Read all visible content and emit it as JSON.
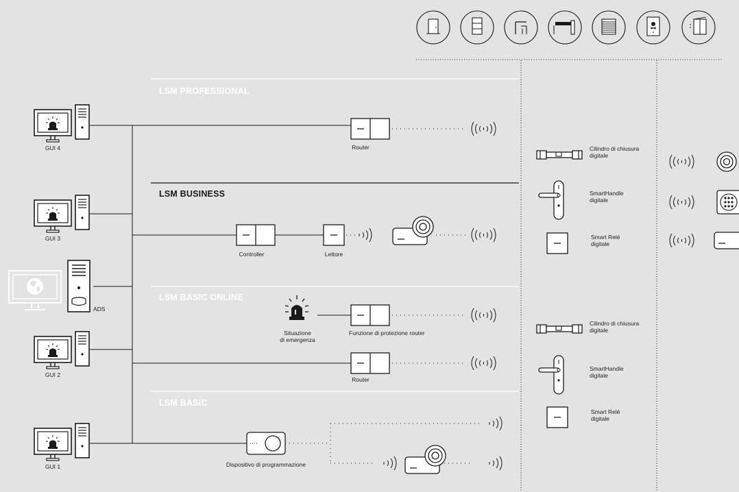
{
  "sections": {
    "professional": "LSM PROFESSIONAL",
    "business": "LSM BUSINESS",
    "basic_online": "LSM BASIC ONLINE",
    "basic": "LSM BASIC"
  },
  "workstations": {
    "gui4": "GUI 4",
    "gui3": "GUI 3",
    "gui2": "GUI 2",
    "gui1": "GUI 1",
    "server": "ADS"
  },
  "nodes": {
    "router_professional": "Router",
    "controller": "Controller",
    "reader": "Lettore",
    "emergency_line1": "Situazione",
    "emergency_line2": "di emergenza",
    "router_protection": "Funzione di protezione router",
    "router_basic_online": "Router",
    "programming_device": "Dispositivo di programmazione"
  },
  "devices_top": {
    "cylinder_line1": "Cilindro di chiusura",
    "cylinder_line2": "digitale",
    "handle_line1": "SmartHandle",
    "handle_line2": "digitale",
    "relay_line1": "Smart Relé",
    "relay_line2": "digitale"
  },
  "devices_bottom": {
    "cylinder_line1": "Cilindro di chiusura",
    "cylinder_line2": "digitale",
    "handle_line1": "SmartHandle",
    "handle_line2": "digitale",
    "relay_line1": "Smart Relé",
    "relay_line2": "digitale"
  },
  "door_icons": [
    "door-icon",
    "cabinet-icon",
    "barrier-icon",
    "gate-icon",
    "shutter-icon",
    "hazard-door-icon",
    "elevator-icon"
  ],
  "colors": {
    "background": "#e3e3e3",
    "line": "#1a1a1a",
    "section_divider": "#ffffff",
    "section_label_light": "#ffffff"
  }
}
